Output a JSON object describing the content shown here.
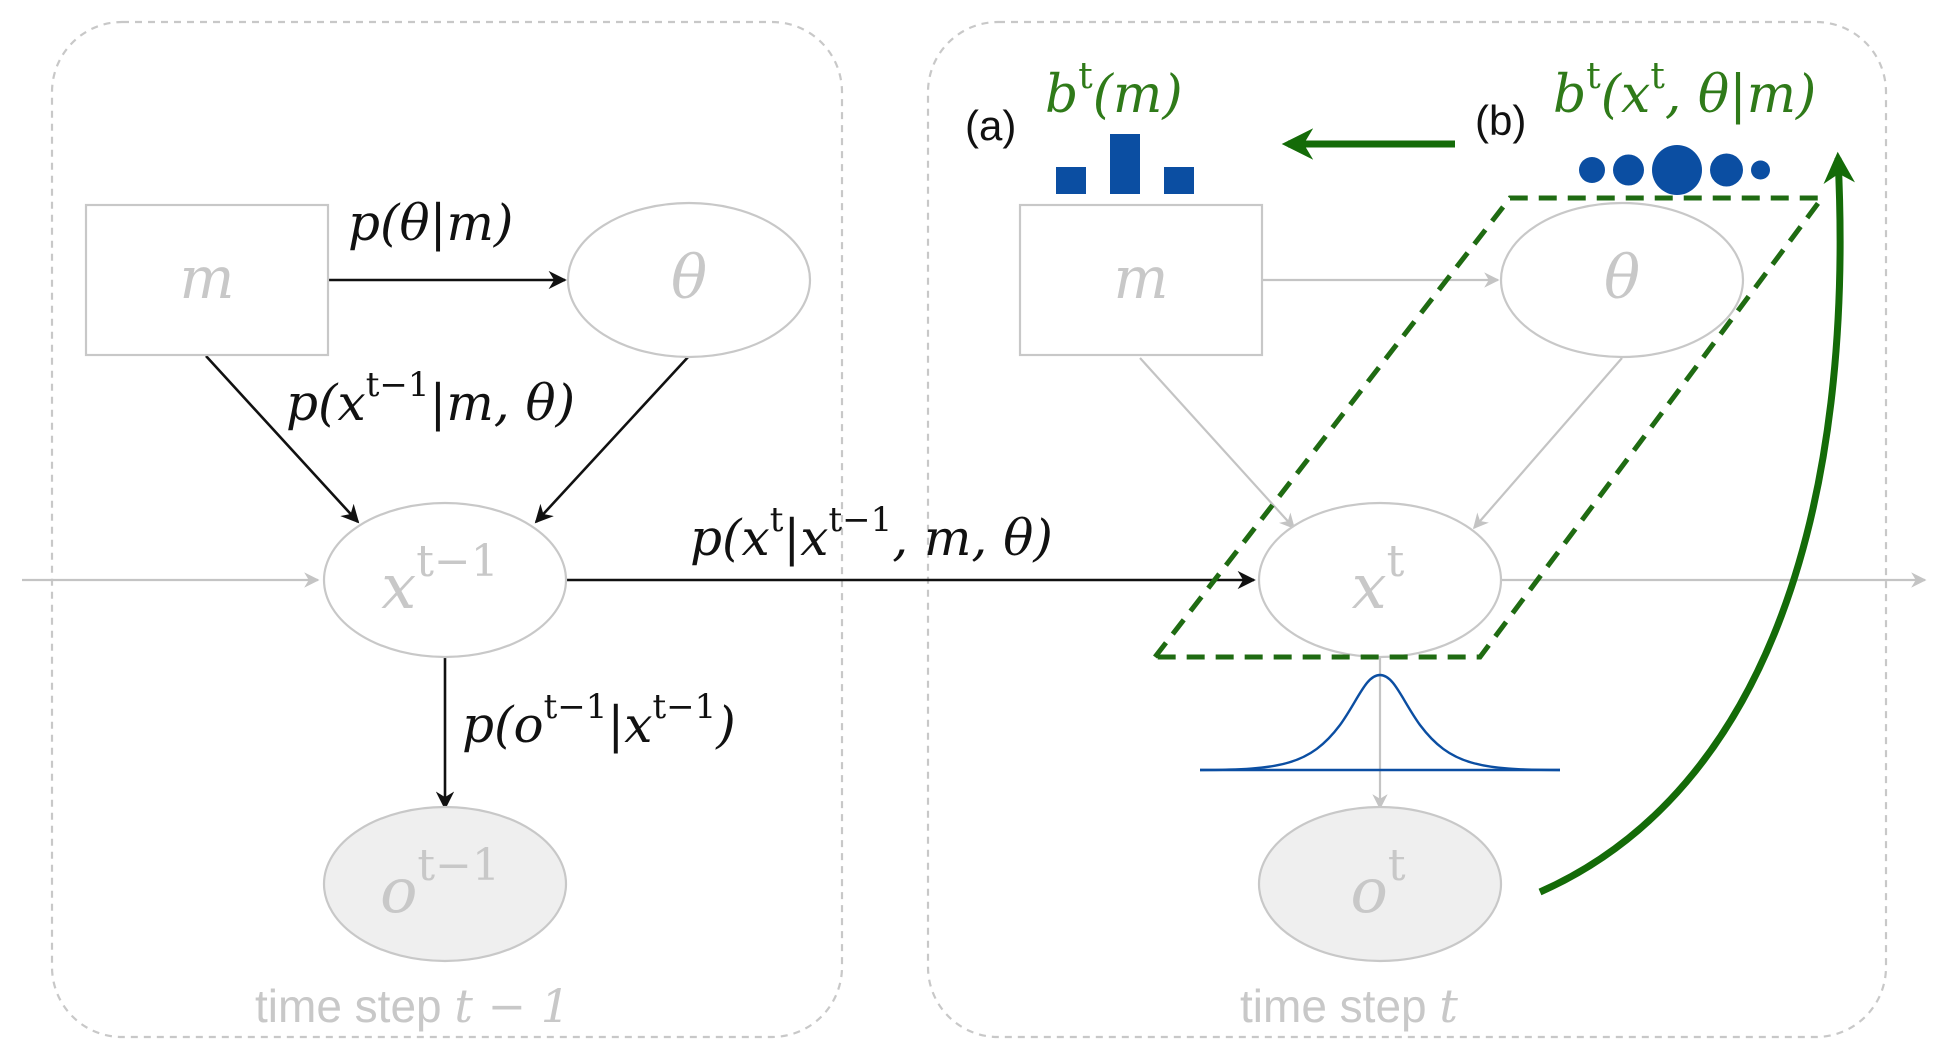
{
  "panels": {
    "previous": {
      "caption_prefix": "time step",
      "caption_var": "t − 1"
    },
    "current": {
      "caption_prefix": "time step",
      "caption_var": "t"
    }
  },
  "nodes": {
    "m_prev": "m",
    "theta_prev": "θ",
    "x_prev": {
      "base": "x",
      "sup": "t−1"
    },
    "o_prev": {
      "base": "o",
      "sup": "t−1"
    },
    "m_cur": "m",
    "theta_cur": "θ",
    "x_cur": {
      "base": "x",
      "sup": "t"
    },
    "o_cur": {
      "base": "o",
      "sup": "t"
    }
  },
  "edge_labels": {
    "theta_given_m": {
      "head": "p(θ|m)"
    },
    "x_given_m_theta": {
      "head": "p(x",
      "sup": "t−1",
      "tail": "|m, θ)"
    },
    "transition": {
      "head": "p(x",
      "sup1": "t",
      "mid": "|x",
      "sup2": "t−1",
      "tail": ", m, θ)"
    },
    "obs_given_x": {
      "head": "p(o",
      "sup1": "t−1",
      "mid": "|x",
      "sup2": "t−1",
      "tail": ")"
    }
  },
  "annotations": {
    "a": {
      "tag": "(a)",
      "head": "b",
      "sup": "t",
      "tail": "(m)"
    },
    "b": {
      "tag": "(b)",
      "head": "b",
      "sup1": "t",
      "mid": "(x",
      "sup2": "t",
      "tail": ", θ|m)"
    }
  },
  "colors": {
    "belief_blue": "#0b4ea2",
    "belief_green": "#1f6b12",
    "inactive_grey": "#c8c8c8"
  },
  "belief_m_bars": [
    0.45,
    1.0,
    0.45
  ],
  "belief_joint_dots": [
    0.52,
    0.62,
    1.0,
    0.66,
    0.38
  ]
}
